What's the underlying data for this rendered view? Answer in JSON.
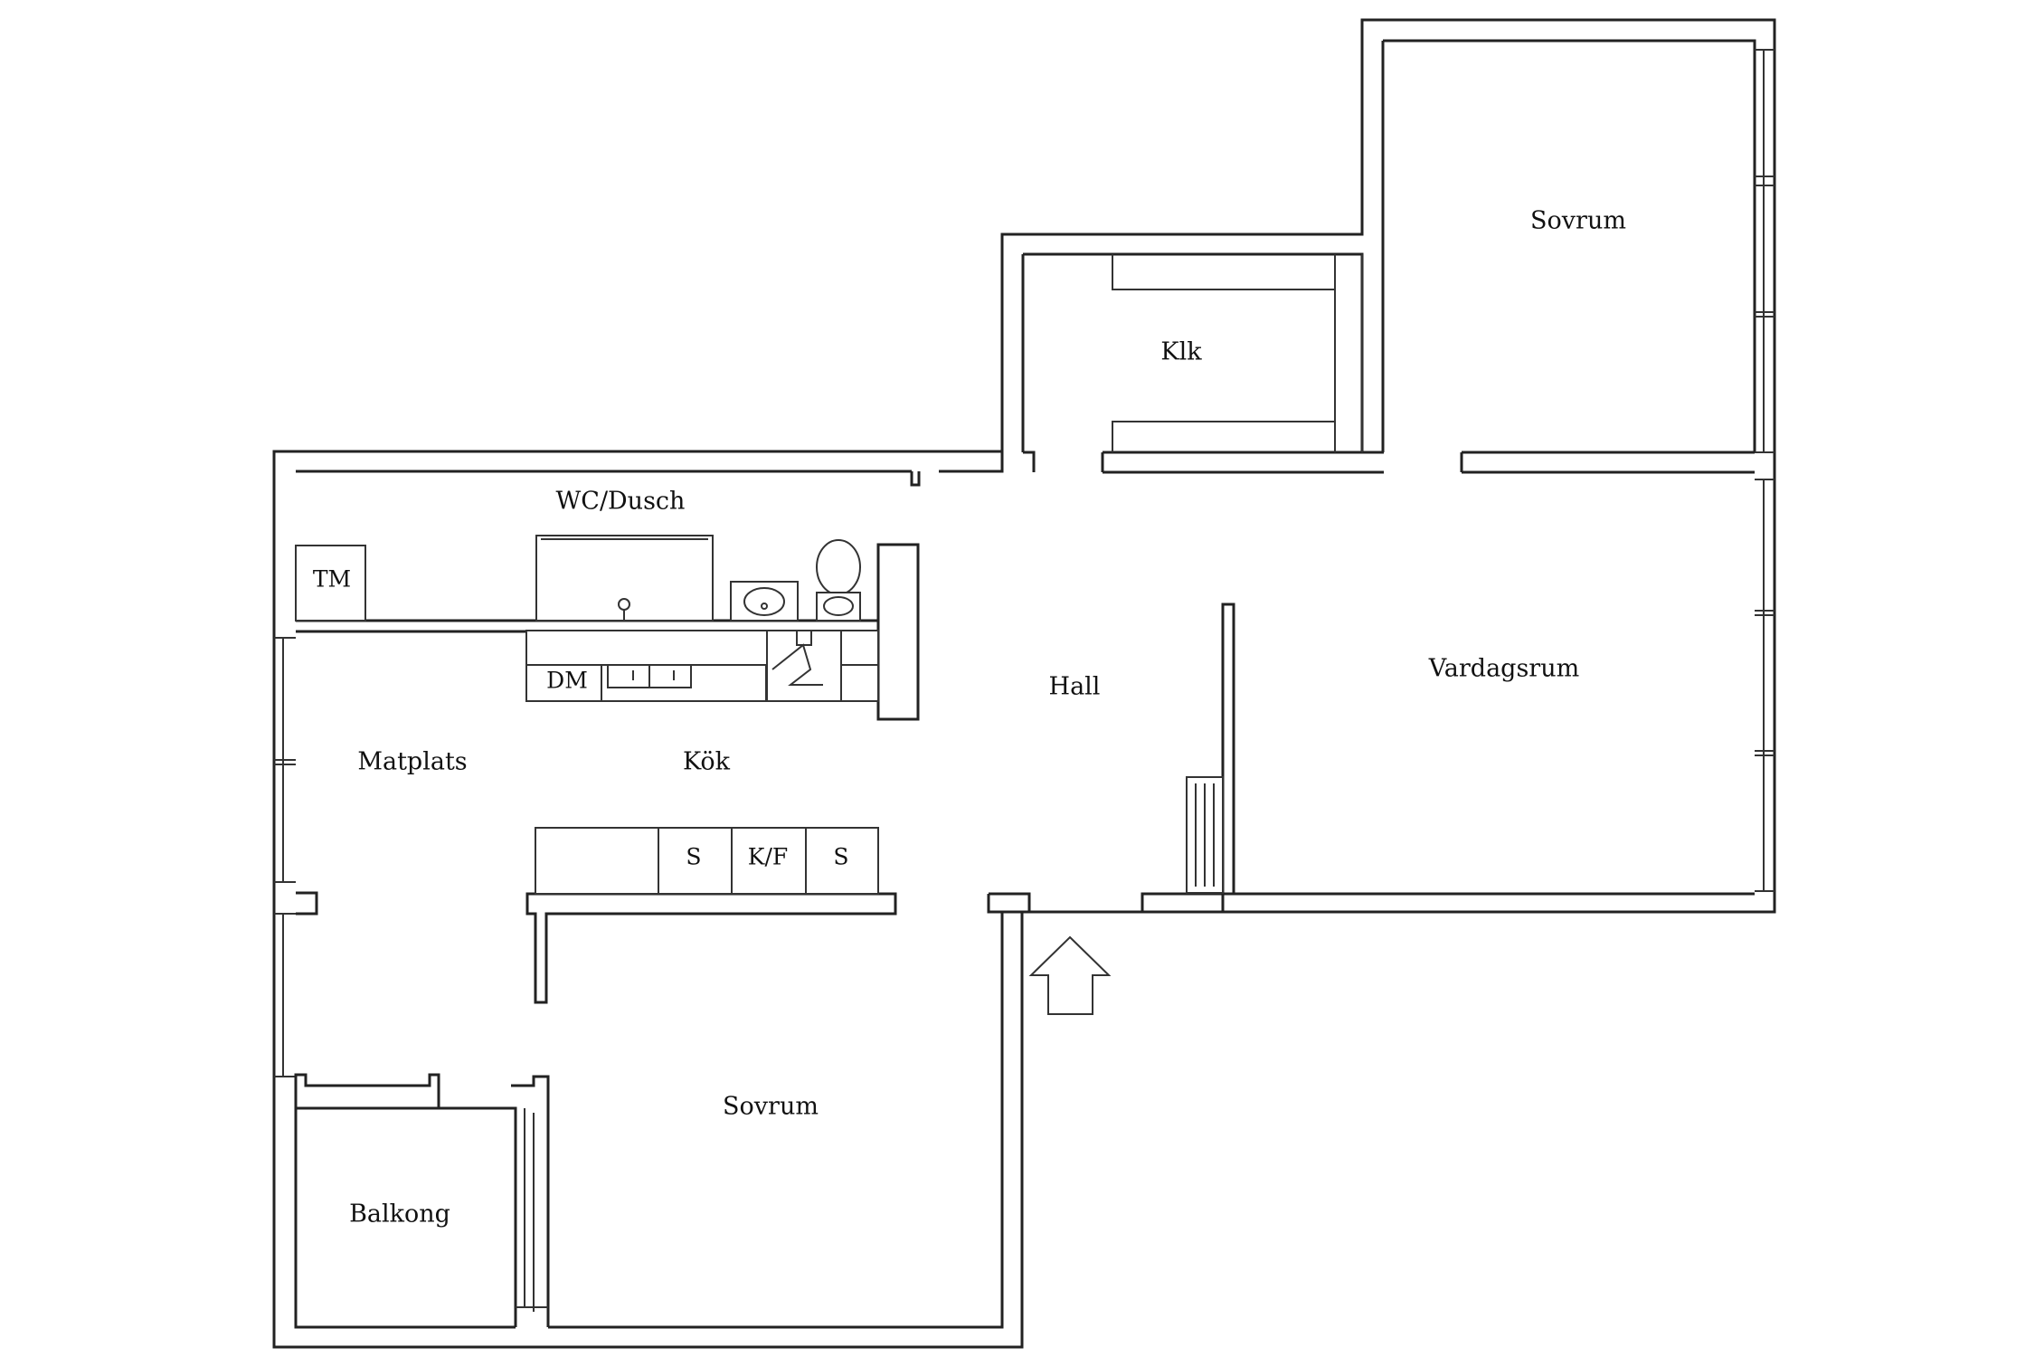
{
  "rooms": {
    "sovrum_top": "Sovrum",
    "klk": "Klk",
    "wc_dusch": "WC/Dusch",
    "tm": "TM",
    "dm": "DM",
    "hall": "Hall",
    "vardagsrum": "Vardagsrum",
    "matplats": "Matplats",
    "kok": "Kök",
    "s1": "S",
    "kf": "K/F",
    "s2": "S",
    "sovrum_bottom": "Sovrum",
    "balkong": "Balkong"
  },
  "entrance_icon": "arrow-up-icon"
}
